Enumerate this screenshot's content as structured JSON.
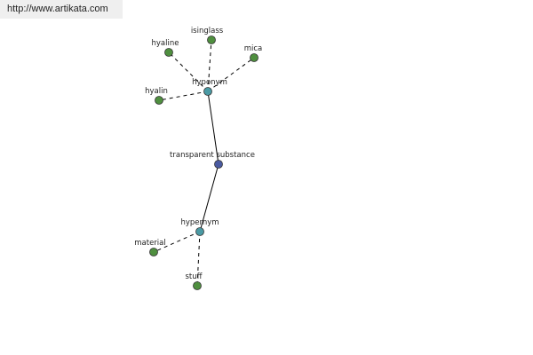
{
  "watermark": {
    "url": "http://www.artikata.com"
  },
  "graph": {
    "colors": {
      "center": "#4a5aa0",
      "relation": "#4a9aa4",
      "term": "#4f8f3f",
      "node_stroke": "#333333",
      "edge": "#000000"
    },
    "nodes": [
      {
        "id": "transparent-substance",
        "label": "transparent substance",
        "kind": "center"
      },
      {
        "id": "hyponym",
        "label": "hyponym",
        "kind": "relation"
      },
      {
        "id": "hypernym",
        "label": "hypernym",
        "kind": "relation"
      },
      {
        "id": "isinglass",
        "label": "isinglass",
        "kind": "term"
      },
      {
        "id": "hyaline",
        "label": "hyaline",
        "kind": "term"
      },
      {
        "id": "mica",
        "label": "mica",
        "kind": "term"
      },
      {
        "id": "hyalin",
        "label": "hyalin",
        "kind": "term"
      },
      {
        "id": "material",
        "label": "material",
        "kind": "term"
      },
      {
        "id": "stuff",
        "label": "stuff",
        "kind": "term"
      }
    ],
    "edges": [
      {
        "from": "transparent-substance",
        "to": "hyponym",
        "style": "solid"
      },
      {
        "from": "transparent-substance",
        "to": "hypernym",
        "style": "solid"
      },
      {
        "from": "hyponym",
        "to": "isinglass",
        "style": "dashed"
      },
      {
        "from": "hyponym",
        "to": "hyaline",
        "style": "dashed"
      },
      {
        "from": "hyponym",
        "to": "mica",
        "style": "dashed"
      },
      {
        "from": "hyponym",
        "to": "hyalin",
        "style": "dashed"
      },
      {
        "from": "hypernym",
        "to": "material",
        "style": "dashed"
      },
      {
        "from": "hypernym",
        "to": "stuff",
        "style": "dashed"
      }
    ]
  }
}
